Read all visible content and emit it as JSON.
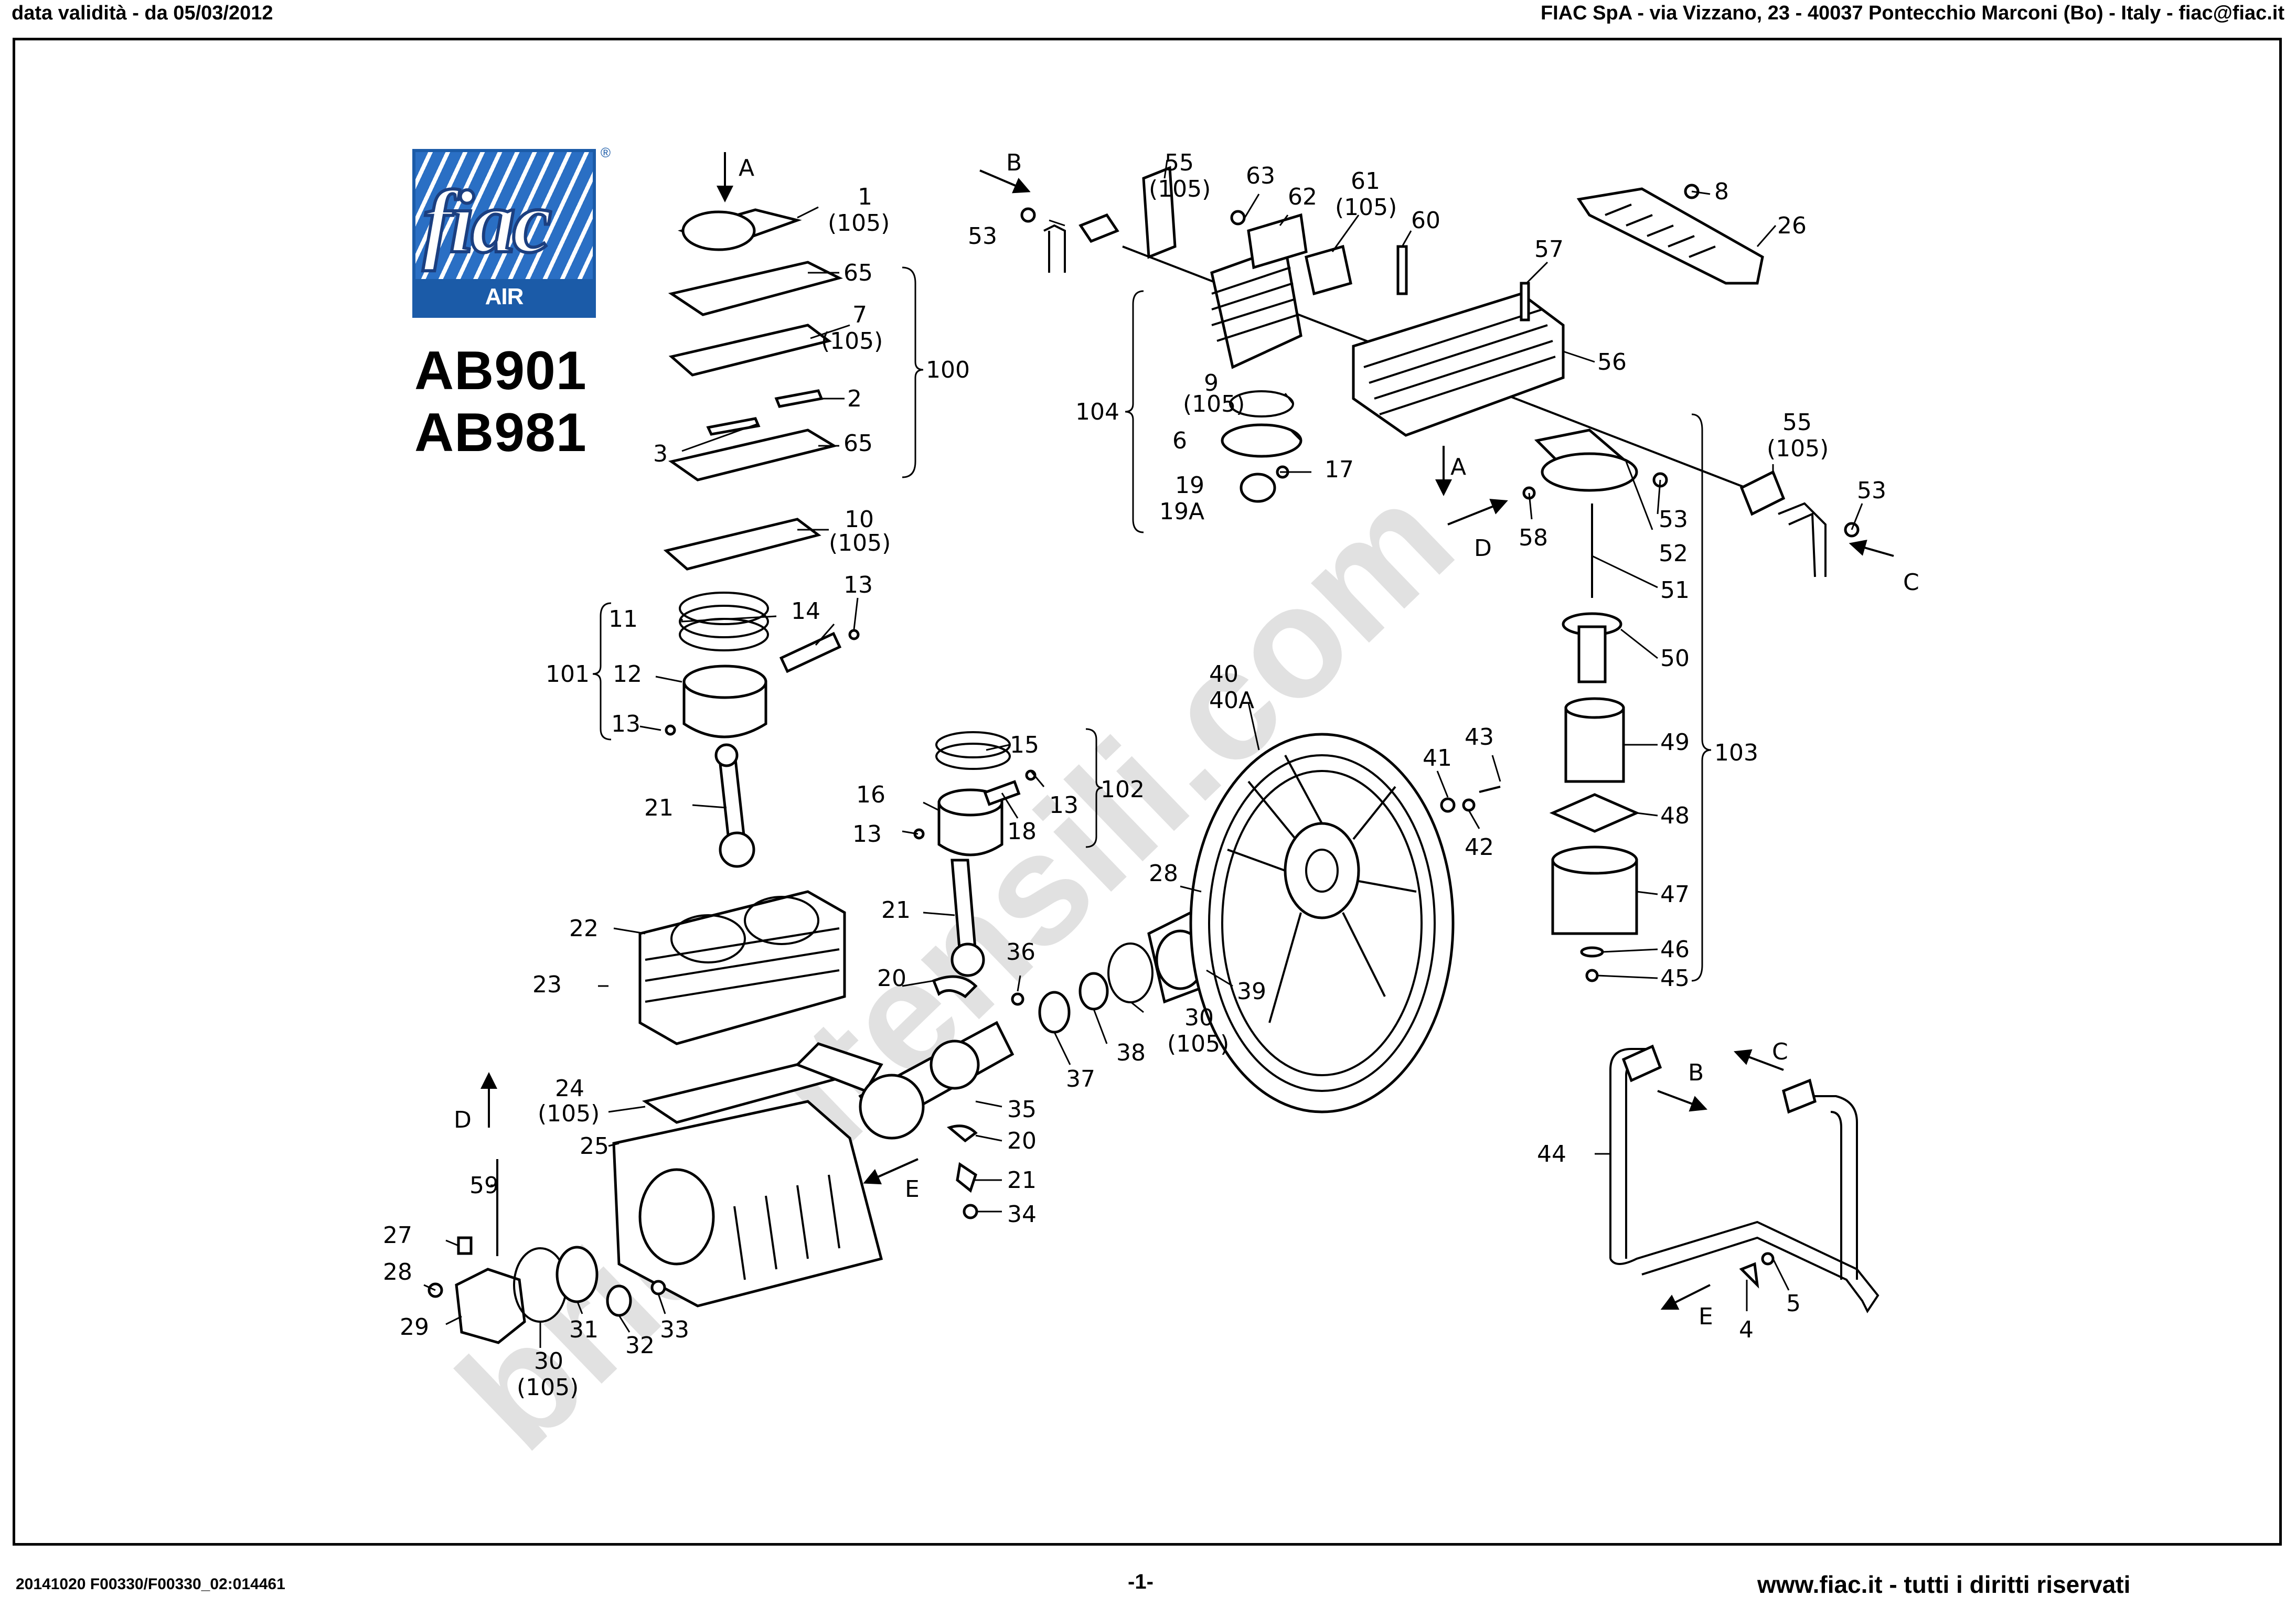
{
  "header": {
    "left": "data validità - da 05/03/2012",
    "right": "FIAC SpA - via Vizzano, 23 - 40037 Pontecchio Marconi (Bo) - Italy - fiac@fiac.it"
  },
  "footer": {
    "left": "20141020 F00330/F00330_02:014461",
    "center": "-1-",
    "right": "www.fiac.it - tutti i diritti riservati"
  },
  "logo": {
    "word": "fiac",
    "subtitle": "AIR COMPRESSORS",
    "reg": "®"
  },
  "models": [
    "AB901",
    "AB981"
  ],
  "watermark": "bricoutensili.com",
  "labels": {
    "l1": "1",
    "l1b": "(105)",
    "l65a": "65",
    "l7": "7",
    "l7b": "(105)",
    "l100": "100",
    "l2": "2",
    "l3": "3",
    "l65b": "65",
    "l10": "10",
    "l10b": "(105)",
    "l11": "11",
    "l14": "14",
    "l13a": "13",
    "l101": "101",
    "l12": "12",
    "l13b": "13",
    "l21a": "21",
    "l15": "15",
    "l16": "16",
    "l13c": "13",
    "l18": "18",
    "l13d": "13",
    "l102": "102",
    "l21b": "21",
    "l22": "22",
    "l23": "23",
    "l20a": "20",
    "l36": "36",
    "l24": "24",
    "l24b": "(105)",
    "l25": "25",
    "l59": "59",
    "l27": "27",
    "l28a": "28",
    "l29": "29",
    "l30a": "30",
    "l30ab": "(105)",
    "l31": "31",
    "l32": "32",
    "l33": "33",
    "l35": "35",
    "l20b": "20",
    "l21c": "21",
    "l34": "34",
    "l37": "37",
    "l38": "38",
    "l30b": "30",
    "l30bb": "(105)",
    "l39": "39",
    "l28b": "28",
    "l40": "40",
    "l40a": "40A",
    "l41": "41",
    "l43": "43",
    "l42": "42",
    "l53a": "53",
    "l55a": "55",
    "l55ab": "(105)",
    "l63": "63",
    "l62": "62",
    "l61": "61",
    "l61b": "(105)",
    "l60": "60",
    "l9": "9",
    "l9b": "(105)",
    "l104": "104",
    "l6": "6",
    "l19": "19",
    "l19a": "19A",
    "l17": "17",
    "l8": "8",
    "l26": "26",
    "l57": "57",
    "l56": "56",
    "l55b": "55",
    "l55bb": "(105)",
    "l53b": "53",
    "l53c": "53",
    "l52": "52",
    "l58": "58",
    "l51": "51",
    "l50": "50",
    "l49": "49",
    "l103": "103",
    "l48": "48",
    "l47": "47",
    "l46": "46",
    "l45": "45",
    "l44": "44",
    "l5": "5",
    "l4": "4",
    "arrowA1": "A",
    "arrowA2": "A",
    "arrowB1": "B",
    "arrowB2": "B",
    "arrowC1": "C",
    "arrowC2": "C",
    "arrowD1": "D",
    "arrowD2": "D",
    "arrowE1": "E",
    "arrowE2": "E"
  }
}
